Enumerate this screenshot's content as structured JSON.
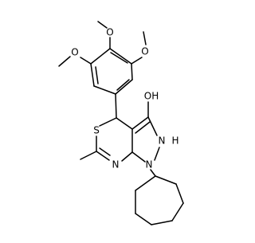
{
  "molecule": {
    "atom_labels": {
      "o_top": "O",
      "o_left": "O",
      "o_right": "O",
      "oh": "OH",
      "s": "S",
      "n_ring": "N",
      "nh": "N",
      "h": "H",
      "n1": "N"
    }
  }
}
